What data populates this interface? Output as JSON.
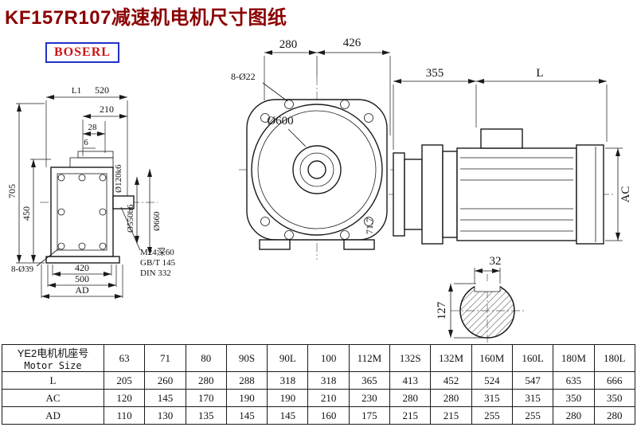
{
  "page": {
    "title": "KF157R107减速机电机尺寸图纸",
    "brand": "BOSERL"
  },
  "dims": {
    "L1": "L1",
    "w520": "520",
    "w210": "210",
    "w28": "28",
    "w6": "6",
    "h705": "705",
    "h450": "450",
    "holes_rear": "8-Ø39",
    "w420": "420",
    "w500": "500",
    "AD": "AD",
    "shaft_dia": "Ø120k6",
    "flange_dia": "Ø550h6",
    "outer_dia": "Ø660",
    "w280": "280",
    "w426": "426",
    "holes_front": "8-Ø22",
    "main_dia": "Ø600",
    "angle": "71.7",
    "note1": "M24深60",
    "note2": "GB/T 145",
    "note3": "DIN 332",
    "w355": "355",
    "L": "L",
    "AC": "AC",
    "key_w": "32",
    "shaft_h": "127"
  },
  "table": {
    "header_cn": "YE2电机机座号",
    "header_en": "Motor Size",
    "sizes": [
      "63",
      "71",
      "80",
      "90S",
      "90L",
      "100",
      "112M",
      "132S",
      "132M",
      "160M",
      "160L",
      "180M",
      "180L"
    ],
    "rows": [
      {
        "label": "L",
        "values": [
          "205",
          "260",
          "280",
          "288",
          "318",
          "318",
          "365",
          "413",
          "452",
          "524",
          "547",
          "635",
          "666"
        ]
      },
      {
        "label": "AC",
        "values": [
          "120",
          "145",
          "170",
          "190",
          "190",
          "210",
          "230",
          "280",
          "280",
          "315",
          "315",
          "350",
          "350"
        ]
      },
      {
        "label": "AD",
        "values": [
          "110",
          "130",
          "135",
          "145",
          "145",
          "160",
          "175",
          "215",
          "215",
          "255",
          "255",
          "280",
          "280"
        ]
      }
    ]
  }
}
